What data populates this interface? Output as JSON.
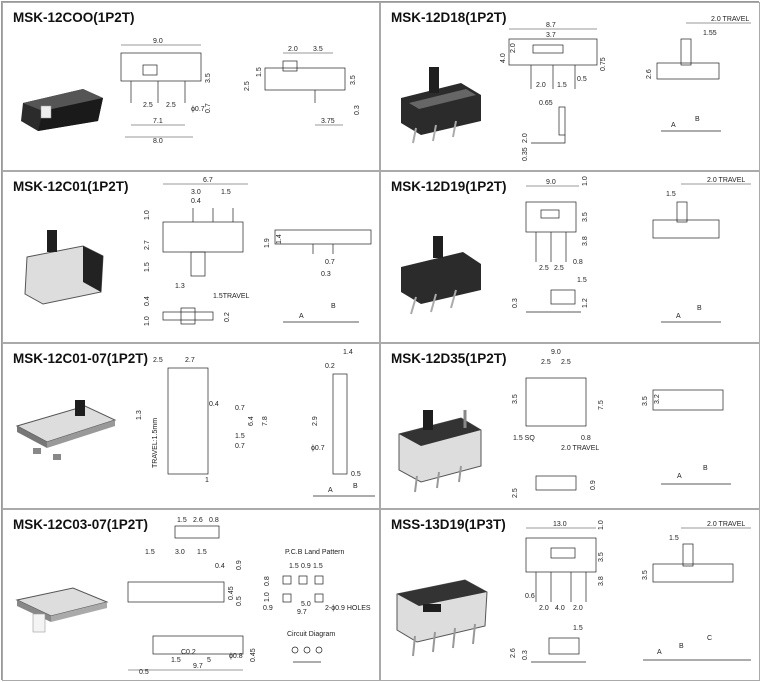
{
  "cells": [
    {
      "title": "MSK-12COO(1P2T)",
      "dims": [
        "9.0",
        "3.5",
        "0.7",
        "2.5",
        "2.5",
        "ϕ0.7",
        "7.1",
        "8.0",
        "2.0",
        "3.5",
        "1.5",
        "2.5",
        "3.5",
        "0.3",
        "3.75"
      ]
    },
    {
      "title": "MSK-12D18(1P2T)",
      "dims": [
        "8.7",
        "3.7",
        "4.0",
        "2.0",
        "0.75",
        "2.0",
        "1.5",
        "0.5",
        "0.65",
        "2.0",
        "0.35",
        "2.0 TRAVEL",
        "1.55",
        "2.6",
        "A",
        "B"
      ]
    },
    {
      "title": "MSK-12C01(1P2T)",
      "dims": [
        "6.7",
        "3.0",
        "1.5",
        "0.4",
        "1.0",
        "2.7",
        "1.5",
        "1.3",
        "1.5TRAVEL",
        "0.4",
        "1.0",
        "0.2",
        "1.9",
        "1.4",
        "0.7",
        "0.3",
        "A",
        "B"
      ]
    },
    {
      "title": "MSK-12D19(1P2T)",
      "dims": [
        "9.0",
        "1.0",
        "3.5",
        "3.8",
        "2.5",
        "2.5",
        "0.8",
        "1.5",
        "2.0 TRAVEL",
        "1.5",
        "0.3",
        "1.2",
        "A",
        "B"
      ]
    },
    {
      "title": "MSK-12C01-07(1P2T)",
      "dims": [
        "2.5",
        "2.7",
        "1.3",
        "0.4",
        "0.7",
        "6.4",
        "7.8",
        "1.5",
        "0.7",
        "TRAVEL:1.5mm",
        "1",
        "1.4",
        "0.2",
        "2.9",
        "ϕ0.7",
        "0.5",
        "A",
        "B"
      ]
    },
    {
      "title": "MSK-12D35(1P2T)",
      "dims": [
        "9.0",
        "2.5",
        "2.5",
        "3.5",
        "7.5",
        "1.5 SQ",
        "0.8",
        "2.0 TRAVEL",
        "2.5",
        "0.9",
        "3.5",
        "3.2",
        "A",
        "B"
      ]
    },
    {
      "title": "MSK-12C03-07(1P2T)",
      "dims": [
        "1.5",
        "2.6",
        "0.8",
        "1.5",
        "3.0",
        "1.5",
        "0.4",
        "0.9",
        "0.45",
        "0.5",
        "C0.2",
        "1.5",
        "5",
        "9.7",
        "ϕ0.8",
        "0.5",
        "0.45",
        "P.C.B Land Pattern",
        "1.5",
        "0.9",
        "1.5",
        "0.8",
        "1.0",
        "0.9",
        "5.0",
        "9.7",
        "2-ϕ0.9 HOLES",
        "Circuit Diagram"
      ]
    },
    {
      "title": "MSS-13D19(1P3T)",
      "dims": [
        "13.0",
        "1.0",
        "3.5",
        "3.8",
        "0.6",
        "2.0",
        "4.0",
        "2.0",
        "1.5",
        "2.0 TRAVEL",
        "1.5",
        "3.5",
        "2.6",
        "0.3",
        "A",
        "B",
        "C"
      ]
    }
  ]
}
